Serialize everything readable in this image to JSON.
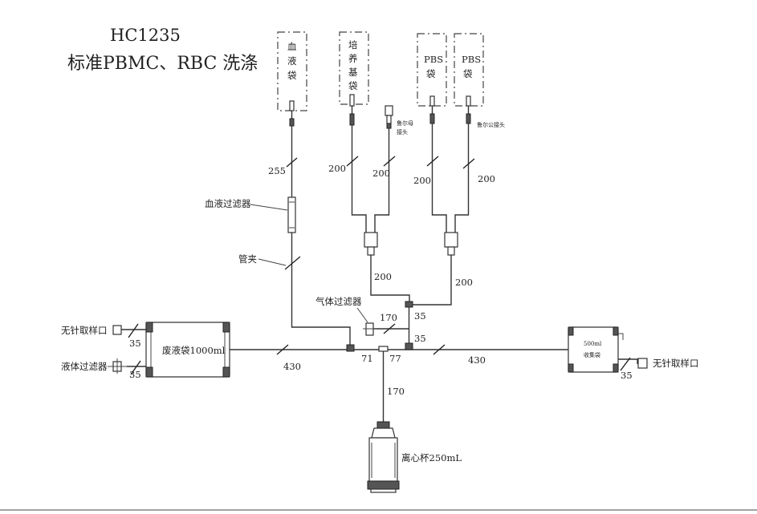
{
  "title": {
    "code": "HC1235",
    "subtitle": "标准PBMC、RBC 洗涤"
  },
  "bags": {
    "blood": [
      "血",
      "液",
      "袋"
    ],
    "medium": [
      "培",
      "养",
      "基",
      "袋"
    ],
    "pbs1": [
      "PBS",
      "袋"
    ],
    "pbs2": [
      "PBS",
      "袋"
    ],
    "waste": "废液袋1000ml",
    "collect_top": "500ml",
    "collect_bottom": "收集袋"
  },
  "connectors": {
    "luer_female": [
      "鲁尔母",
      "接头"
    ],
    "luer_male": "鲁尔公接头"
  },
  "components": {
    "blood_filter": "血液过滤器",
    "clamp": "管夹",
    "air_filter": "气体过滤器",
    "needleless_port_left": "无针取样口",
    "liquid_filter": "液体过滤器",
    "needleless_port_right": "无针取样口",
    "centrifuge": "离心杯250mL"
  },
  "lengths": {
    "blood_line": "255",
    "medium_left": "200",
    "medium_right": "200",
    "pbs_left": "200",
    "pbs_right": "200",
    "medium_merge": "200",
    "pbs_merge": "200",
    "air_line": "170",
    "air_riser": "35",
    "junction_riser": "35",
    "waste_port": "35",
    "liquid_port": "35",
    "waste_main": "430",
    "collect_main": "430",
    "collect_port": "35",
    "seg_71": "71",
    "seg_77": "77",
    "centrifuge_line": "170"
  }
}
